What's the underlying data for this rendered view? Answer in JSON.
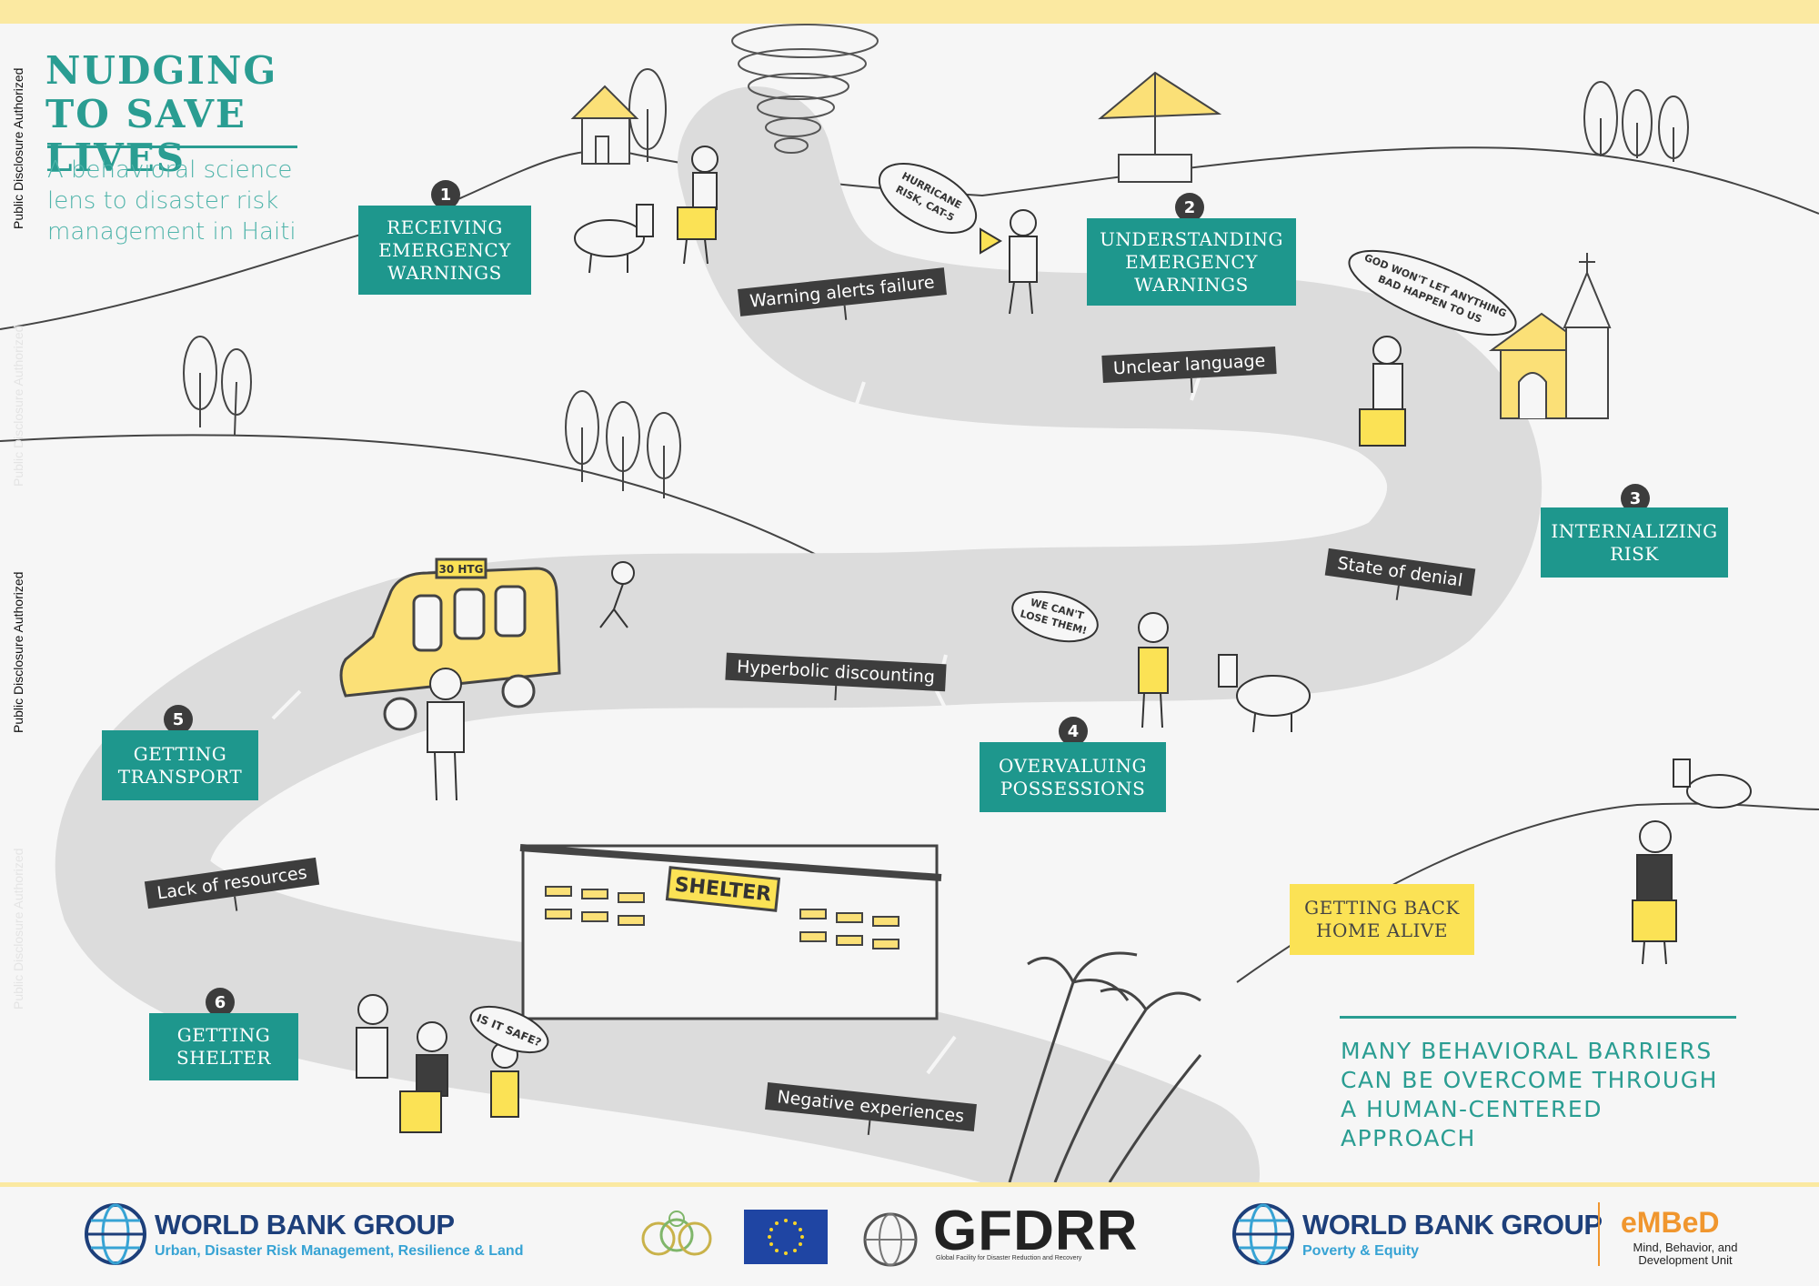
{
  "sidebar": {
    "disclosure": "Public Disclosure Authorized"
  },
  "header": {
    "title": "NUDGING TO SAVE LIVES",
    "subtitle": "A behavioral science lens to disaster risk management in Haiti"
  },
  "steps": [
    {
      "number": "1",
      "label": "RECEIVING EMERGENCY WARNINGS"
    },
    {
      "number": "2",
      "label": "UNDERSTANDING EMERGENCY WARNINGS"
    },
    {
      "number": "3",
      "label": "INTERNALIZING RISK"
    },
    {
      "number": "4",
      "label": "OVERVALUING POSSESSIONS"
    },
    {
      "number": "5",
      "label": "GETTING TRANSPORT"
    },
    {
      "number": "6",
      "label": "GETTING SHELTER"
    },
    {
      "label": "GETTING BACK HOME ALIVE"
    }
  ],
  "barriers": [
    "Warning alerts failure",
    "Unclear language",
    "State of denial",
    "Hyperbolic discounting",
    "Lack of resources",
    "Negative experiences"
  ],
  "speech": {
    "hurricane": "HURRICANE RISK, CAT-5",
    "god": "GOD WON'T LET ANYTHING BAD HAPPEN TO US",
    "lose": "WE CAN'T LOSE THEM!",
    "safe": "IS IT SAFE?",
    "bus_fare": "30 HTG",
    "shelter_sign": "SHELTER"
  },
  "conclusion": "MANY BEHAVIORAL BARRIERS CAN BE OVERCOME THROUGH A HUMAN-CENTERED APPROACH",
  "footer": {
    "wbg_name": "WORLD BANK GROUP",
    "wbg_unit_left": "Urban, Disaster Risk Management, Resilience & Land",
    "wbg_unit_right": "Poverty & Equity",
    "gfdrr": "GFDRR",
    "gfdrr_sub": "Global Facility for Disaster Reduction and Recovery",
    "embed": "eMBeD",
    "embed_sub": "Mind, Behavior, and Development Unit"
  },
  "colors": {
    "teal": "#1e978d",
    "yellow": "#fbe255",
    "road": "#dcdcdc",
    "dark": "#3d3d3d"
  }
}
